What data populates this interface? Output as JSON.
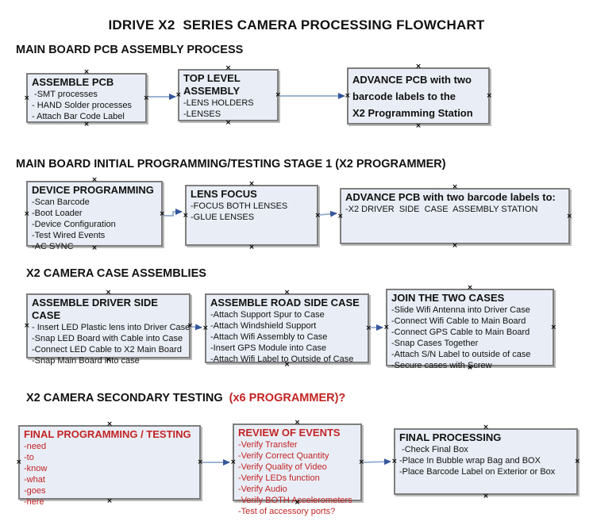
{
  "title": "IDRIVE X2  SERIES CAMERA PROCESSING FLOWCHART",
  "handle_glyph": "×",
  "colors": {
    "box_fill": "#e9eef6",
    "box_border": "#7e7e7e",
    "connector_line": "#8fa9cd",
    "connector_arrow": "#35569b",
    "red_text": "#c32424",
    "black_text": "#111111"
  },
  "sections": [
    {
      "header": "MAIN BOARD PCB ASSEMBLY PROCESS",
      "header_suffix": "",
      "boxes": [
        {
          "title": "ASSEMBLE PCB",
          "text_color": "black",
          "items": [
            " -SMT processes",
            "- HAND Solder processes",
            "- Attach Bar Code Label"
          ]
        },
        {
          "title": "TOP LEVEL ASSEMBLY",
          "text_color": "black",
          "items": [
            "-LENS HOLDERS",
            "-LENSES"
          ]
        },
        {
          "title": "ADVANCE PCB with two\nbarcode labels to the\n X2 Programming Station",
          "text_color": "black",
          "items": []
        }
      ]
    },
    {
      "header": "MAIN BOARD INITIAL PROGRAMMING/TESTING STAGE 1 (X2 PROGRAMMER)",
      "header_suffix": "",
      "boxes": [
        {
          "title": "DEVICE PROGRAMMING",
          "text_color": "black",
          "items": [
            "-Scan Barcode",
            "-Boot Loader",
            "-Device Configuration",
            "-Test Wired Events",
            "-AC SYNC"
          ]
        },
        {
          "title": "LENS FOCUS",
          "text_color": "black",
          "items": [
            "-FOCUS BOTH LENSES",
            "-GLUE LENSES"
          ]
        },
        {
          "title": "ADVANCE PCB with two barcode labels to:",
          "text_color": "black",
          "items": [
            "-X2 DRIVER  SIDE  CASE  ASSEMBLY STATION"
          ]
        }
      ]
    },
    {
      "header": "X2 CAMERA CASE ASSEMBLIES",
      "header_suffix": "",
      "boxes": [
        {
          "title": "ASSEMBLE DRIVER SIDE CASE",
          "text_color": "black",
          "items": [
            "- Insert LED Plastic lens into Driver Case",
            "-Snap LED Board with Cable into Case",
            "-Connect LED Cable to X2 Main Board",
            "-Snap Main Board into case"
          ]
        },
        {
          "title": "ASSEMBLE ROAD SIDE CASE",
          "text_color": "black",
          "items": [
            "-Attach Support Spur to Case",
            "-Attach Windshield Support",
            "-Attach Wifi Assembly to Case",
            "-Insert GPS Module into Case",
            "-Attach Wifi Label to Outside of Case"
          ]
        },
        {
          "title": "JOIN THE TWO CASES",
          "text_color": "black",
          "items": [
            "-Slide Wifi Antenna into Driver Case",
            "-Connect Wifi Cable to Main Board",
            "-Connect GPS Cable to Main Board",
            "-Snap Cases Together",
            "-Attach S/N Label to outside of case",
            "-Secure cases with Screw"
          ]
        }
      ]
    },
    {
      "header": "X2 CAMERA SECONDARY TESTING ",
      "header_suffix": " (x6 PROGRAMMER)?",
      "boxes": [
        {
          "title": "FINAL PROGRAMMING / TESTING",
          "text_color": "red",
          "items": [
            "-need",
            "-to",
            "-know",
            "-what",
            "-goes",
            "-here"
          ]
        },
        {
          "title": "REVIEW OF EVENTS",
          "text_color": "red",
          "items": [
            "-Verify Transfer",
            "-Verify Correct Quantity",
            "-Verify Quality of Video",
            "-Verify LEDs function",
            "-Verify Audio",
            "-Verify BOTH Accelerometers",
            "-Test of accessory ports?"
          ]
        },
        {
          "title": "FINAL PROCESSING",
          "text_color": "black",
          "items": [
            " -Check Final Box",
            "-Place In Bubble wrap Bag and BOX",
            "-Place Barcode Label on Exterior or Box"
          ]
        }
      ]
    }
  ]
}
